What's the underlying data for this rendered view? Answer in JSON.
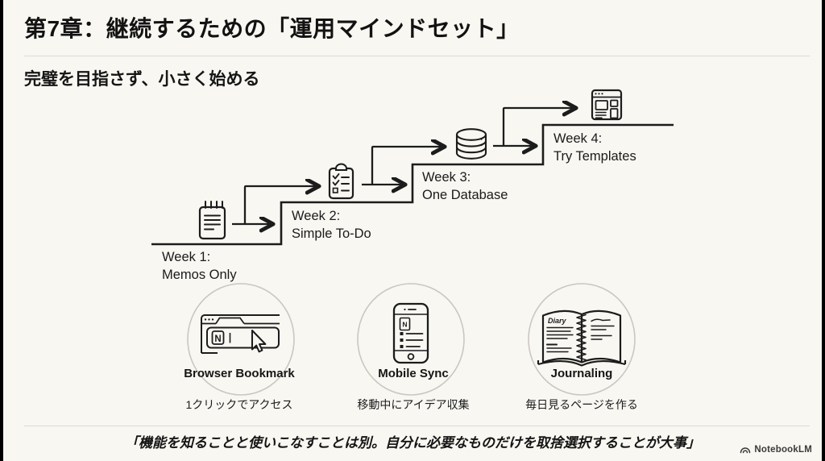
{
  "slide": {
    "title": "第7章：継続するための「運用マインドセット」",
    "subtitle": "完璧を目指さず、小さく始める",
    "quote": "「機能を知ることと使いこなすことは別。自分に必要なものだけを取捨選択することが大事」"
  },
  "roadmap": {
    "steps": [
      {
        "week": "Week 1:",
        "label": "Memos Only",
        "icon": "memo-notepad-icon"
      },
      {
        "week": "Week 2:",
        "label": "Simple To-Do",
        "icon": "todo-clipboard-icon"
      },
      {
        "week": "Week 3:",
        "label": "One Database",
        "icon": "database-icon"
      },
      {
        "week": "Week 4:",
        "label": "Try Templates",
        "icon": "template-window-icon"
      }
    ]
  },
  "features": [
    {
      "title": "Browser Bookmark",
      "caption": "1クリックでアクセス",
      "icon": "browser-bookmark-icon"
    },
    {
      "title": "Mobile Sync",
      "caption": "移動中にアイデア収集",
      "icon": "mobile-phone-icon"
    },
    {
      "title": "Journaling",
      "caption": "毎日見るページを作る",
      "icon": "journal-book-icon"
    }
  ],
  "icon_text": {
    "notion_letter": "N",
    "diary_label": "Diary"
  },
  "branding": {
    "logo_text": "NotebookLM",
    "logo_icon": "notebooklm-arc-icon"
  },
  "colors": {
    "background": "#f8f7f2",
    "ink": "#1c1c1c",
    "separator": "#dcdad3",
    "circle_outline": "#c9c7c0",
    "edge_bar": "#000000"
  }
}
